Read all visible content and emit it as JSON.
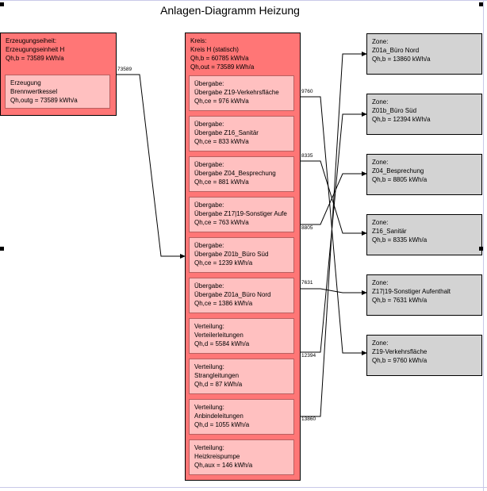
{
  "title": "Anlagen-Diagramm Heizung",
  "erzeugungseinheit": {
    "lines": [
      "Erzeugungseiheit:",
      "Erzeugungseinheit H",
      "Qh,b = 73589 kWh/a"
    ],
    "erzeugung": [
      "Erzeugung",
      "Brennwertkessel",
      "Qh,outg = 73589 kWh/a"
    ]
  },
  "kreis": {
    "lines": [
      "Kreis:",
      "Kreis H (statisch)",
      "Qh,b = 60785 kWh/a",
      "Qh,out = 73589 kWh/a"
    ],
    "items": [
      [
        "Übergabe:",
        "Übergabe Z19-Verkehrsfläche",
        "Qh,ce = 976 kWh/a"
      ],
      [
        "Übergabe:",
        "Übergabe Z16_Sanitär",
        "Qh,ce = 833 kWh/a"
      ],
      [
        "Übergabe:",
        "Übergabe Z04_Besprechung",
        "Qh,ce = 881 kWh/a"
      ],
      [
        "Übergabe:",
        "Übergabe Z17|19-Sonstiger Aufe",
        "Qh,ce = 763 kWh/a"
      ],
      [
        "Übergabe:",
        "Übergabe Z01b_Büro Süd",
        "Qh,ce = 1239 kWh/a"
      ],
      [
        "Übergabe:",
        "Übergabe Z01a_Büro Nord",
        "Qh,ce = 1386 kWh/a"
      ],
      [
        "Verteilung:",
        "Verteilerleitungen",
        "Qh,d = 5584 kWh/a"
      ],
      [
        "Verteilung:",
        "Strangleitungen",
        "Qh,d = 87 kWh/a"
      ],
      [
        "Verteilung:",
        "Anbindeleitungen",
        "Qh,d = 1055 kWh/a"
      ],
      [
        "Verteilung:",
        "Heizkreispumpe",
        "Qh,aux = 146 kWh/a"
      ]
    ]
  },
  "zones": [
    [
      "Zone:",
      "Z01a_Büro Nord",
      "Qh,b = 13860 kWh/a"
    ],
    [
      "Zone:",
      "Z01b_Büro Süd",
      "Qh,b = 12394 kWh/a"
    ],
    [
      "Zone:",
      "Z04_Besprechung",
      "Qh,b = 8805 kWh/a"
    ],
    [
      "Zone:",
      "Z16_Sanitär",
      "Qh,b = 8335 kWh/a"
    ],
    [
      "Zone:",
      "Z17|19-Sonstiger Aufenthalt",
      "Qh,b = 7631 kWh/a"
    ],
    [
      "Zone:",
      "Z19-Verkehrsfläche",
      "Qh,b = 9760 kWh/a"
    ]
  ],
  "flows": {
    "main": "73589",
    "to_zones": [
      "9760",
      "8335",
      "8805",
      "7631",
      "12394",
      "13860"
    ]
  }
}
